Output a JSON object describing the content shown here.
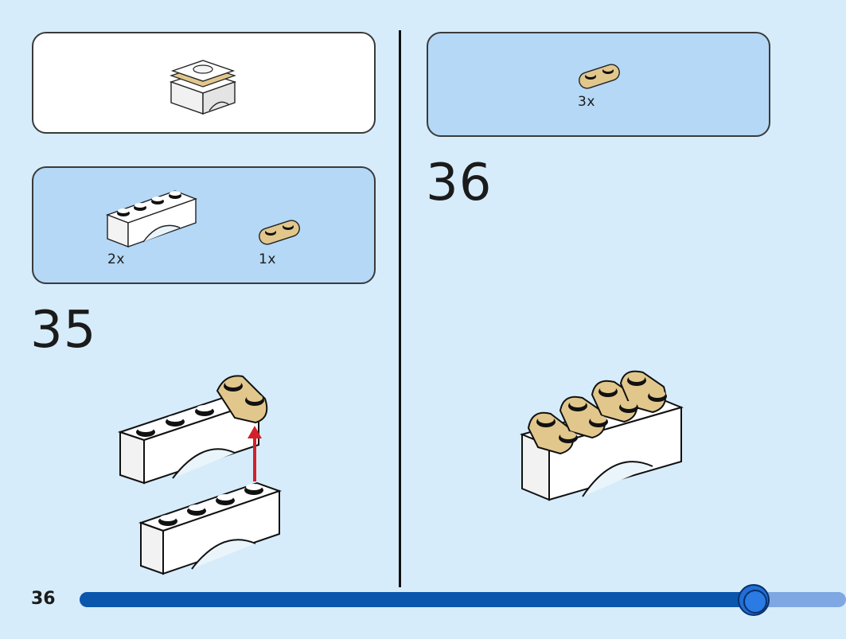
{
  "page": {
    "number": "36"
  },
  "progress": {
    "fraction": 0.88
  },
  "colors": {
    "tan": "#e2c78d",
    "tan_dark": "#b89a5c",
    "white_brick": "#ffffff",
    "outline": "#111111",
    "arrow": "#d3202a",
    "panel_blue": "#b4d8f5",
    "background": "#d6ecfb"
  },
  "steps": [
    {
      "number": "35",
      "parts": [
        {
          "name": "white-arch-1x4",
          "qty": "2x"
        },
        {
          "name": "tan-plate-1x2-rounded",
          "qty": "1x"
        }
      ]
    },
    {
      "number": "36",
      "parts": [
        {
          "name": "tan-plate-1x2-rounded",
          "qty": "3x"
        }
      ]
    }
  ]
}
